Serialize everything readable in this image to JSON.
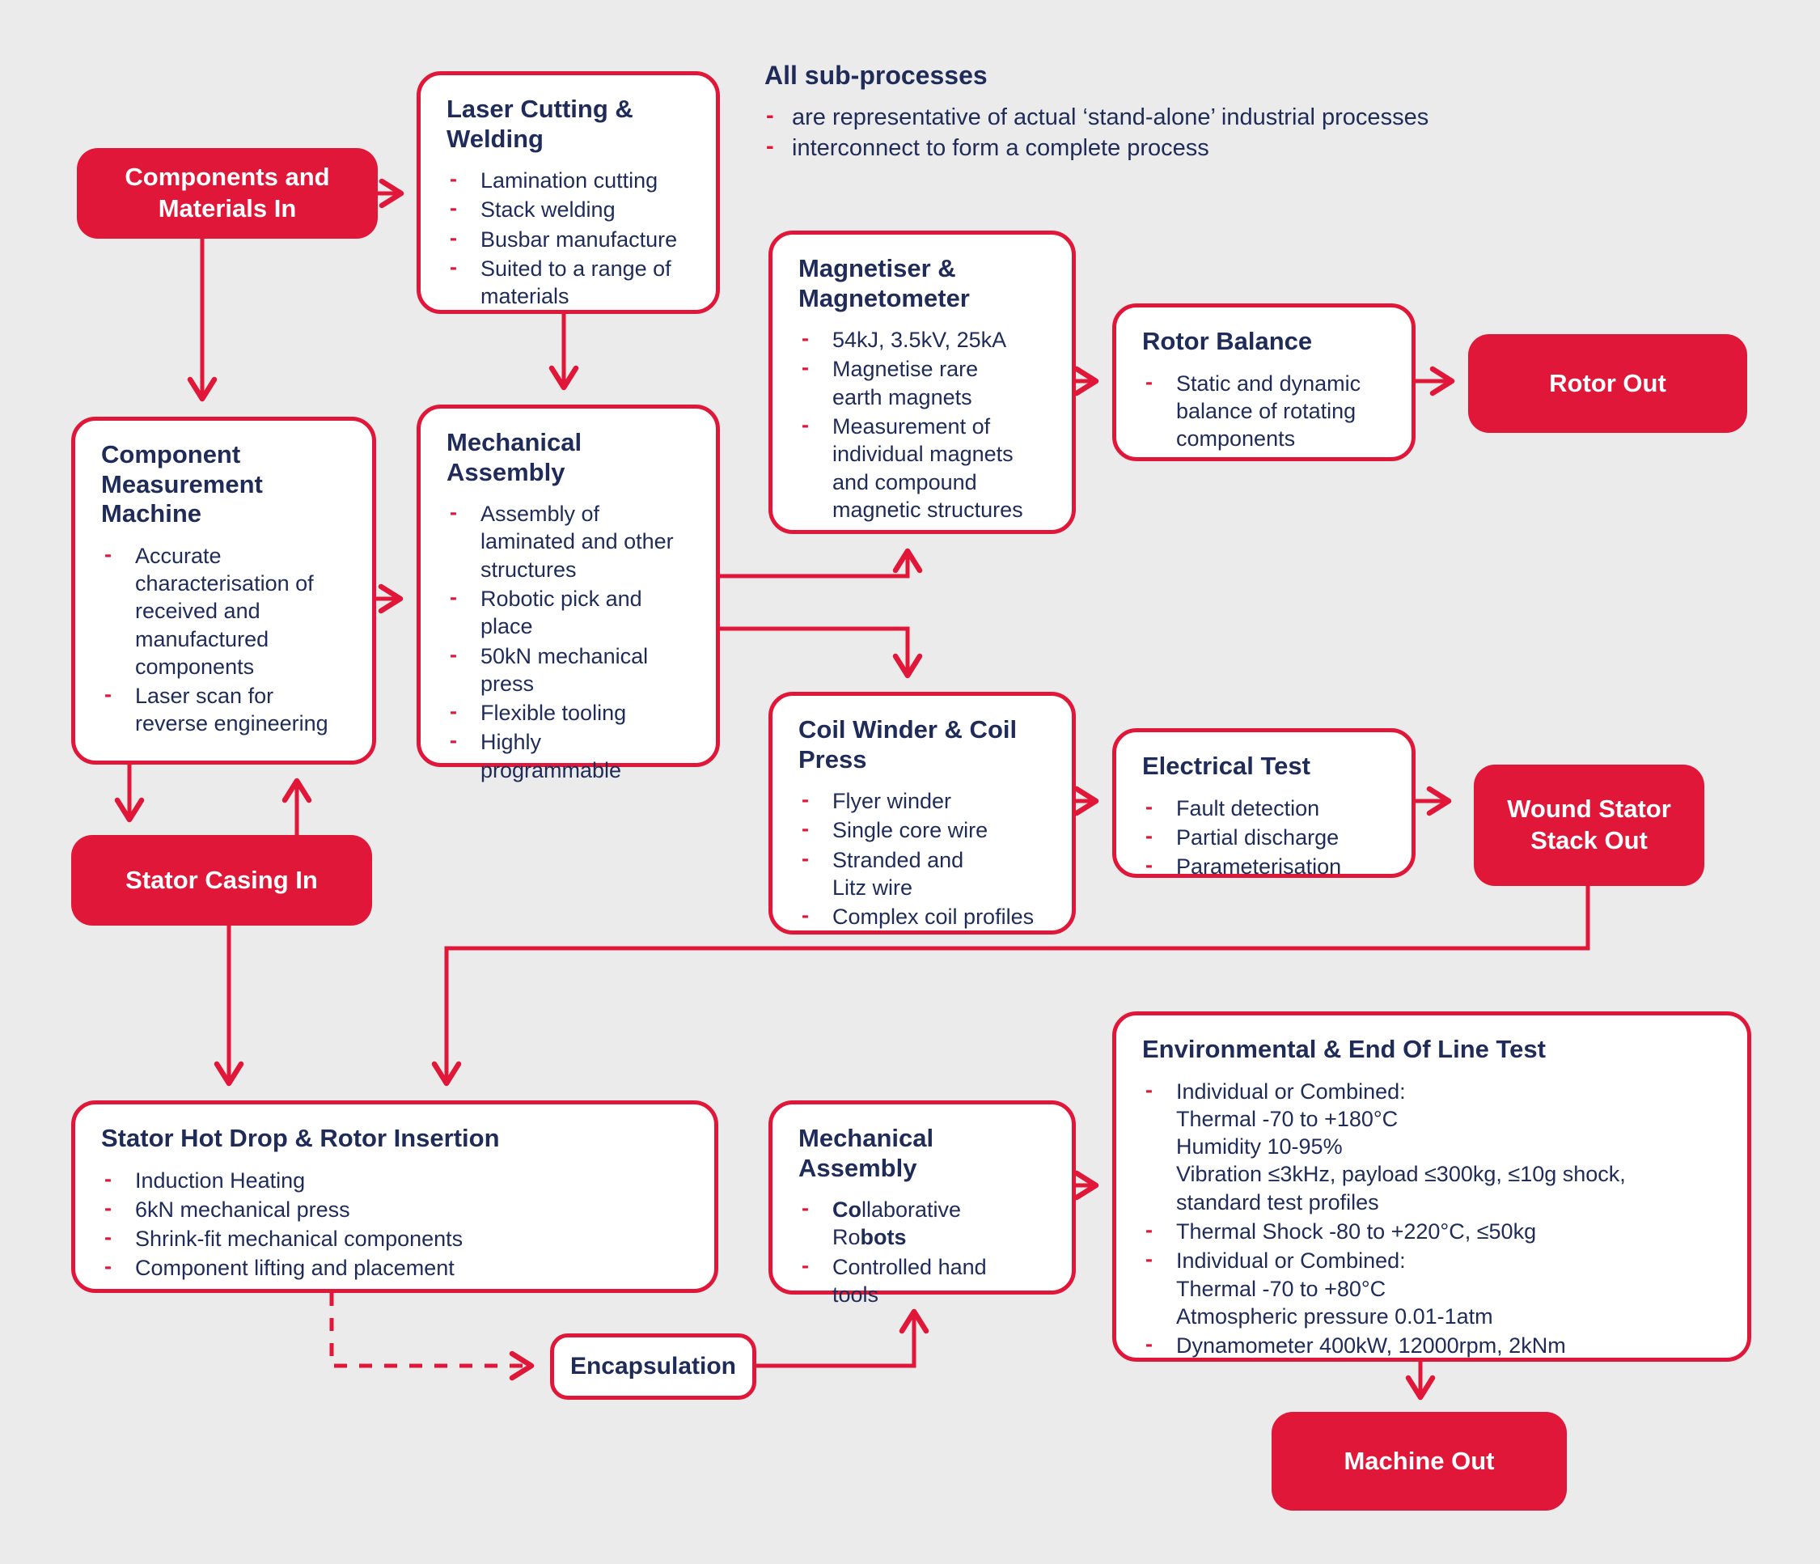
{
  "colors": {
    "red": "#E1173A",
    "navy": "#1F2B58",
    "background": "#ECEBEB",
    "node_text": "#FFFFFF"
  },
  "note": {
    "title": "All sub-processes",
    "bullets": [
      "are representative of actual ‘stand-alone’ industrial processes",
      "interconnect to form a complete process"
    ]
  },
  "red_nodes": {
    "components_in": "Components and\nMaterials In",
    "rotor_out": "Rotor Out",
    "wound_stator_out": "Wound Stator\nStack Out",
    "stator_casing_in": "Stator Casing In",
    "machine_out": "Machine Out"
  },
  "boxes": {
    "laser": {
      "title": "Laser Cutting &\nWelding",
      "items": [
        "Lamination cutting",
        "Stack welding",
        "Busbar manufacture",
        "Suited to a range of\nmaterials"
      ]
    },
    "magnetiser": {
      "title": "Magnetiser &\nMagnetometer",
      "items": [
        "54kJ, 3.5kV, 25kA",
        "Magnetise rare\nearth magnets",
        "Measurement of\nindividual magnets\nand compound\nmagnetic structures"
      ]
    },
    "rotor_balance": {
      "title": "Rotor Balance",
      "items": [
        "Static and dynamic\nbalance of rotating\ncomponents"
      ]
    },
    "cmm": {
      "title": "Component\nMeasurement\nMachine",
      "items": [
        "Accurate\ncharacterisation of\nreceived and\nmanufactured\ncomponents",
        "Laser scan for\nreverse engineering"
      ]
    },
    "mech1": {
      "title": "Mechanical Assembly",
      "items": [
        "Assembly of\nlaminated and other\nstructures",
        "Robotic pick and\nplace",
        "50kN mechanical\npress",
        "Flexible tooling",
        "Highly\nprogrammable"
      ]
    },
    "coil": {
      "title": "Coil Winder & Coil\nPress",
      "items": [
        "Flyer winder",
        "Single core wire",
        "Stranded and\nLitz wire",
        "Complex coil profiles"
      ]
    },
    "electrical": {
      "title": "Electrical Test",
      "items": [
        "Fault detection",
        "Partial discharge",
        "Parameterisation"
      ]
    },
    "hotdrop": {
      "title": "Stator Hot Drop & Rotor Insertion",
      "items": [
        "Induction Heating",
        "6kN mechanical press",
        "Shrink-fit mechanical components",
        "Component lifting and placement"
      ]
    },
    "mech2": {
      "title": "Mechanical Assembly",
      "cobots": {
        "b1": "Co",
        "m": "llaborative\nRo",
        "b2": "bots"
      },
      "items": [
        "Controlled hand\ntools"
      ]
    },
    "encapsulation": {
      "title": "Encapsulation"
    },
    "env": {
      "title": "Environmental & End Of Line Test",
      "items": [
        "Individual or Combined:\nThermal -70 to +180°C\nHumidity 10-95%\nVibration ≤3kHz, payload ≤300kg, ≤10g shock,\nstandard test profiles",
        "Thermal Shock -80 to +220°C, ≤50kg",
        "Individual or Combined:\nThermal -70 to +80°C\nAtmospheric pressure 0.01-1atm",
        "Dynamometer 400kW, 12000rpm, 2kNm"
      ]
    }
  }
}
